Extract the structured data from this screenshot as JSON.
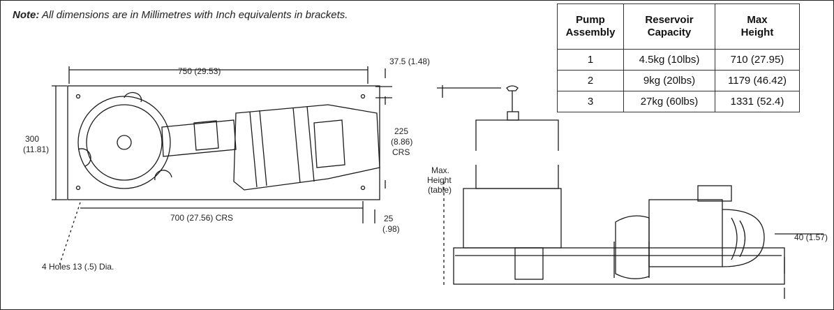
{
  "note": {
    "label": "Note:",
    "text": "All dimensions are in Millimetres with Inch equivalents in brackets."
  },
  "table": {
    "headers": [
      [
        "Pump",
        "Assembly"
      ],
      [
        "Reservoir",
        "Capacity"
      ],
      [
        "Max",
        "Height"
      ]
    ],
    "rows": [
      [
        "1",
        "4.5kg (10lbs)",
        "710 (27.95)"
      ],
      [
        "2",
        "9kg (20lbs)",
        "1179 (46.42)"
      ],
      [
        "3",
        "27kg (60lbs)",
        "1331 (52.4)"
      ]
    ]
  },
  "plan_view": {
    "width_label": "750 (29.53)",
    "height_label": [
      "300",
      "(11.81)"
    ],
    "bottom_label": "700 (27.56) CRS",
    "right_label": [
      "225",
      "(8.86)",
      "CRS"
    ],
    "top_right_label": "37.5 (1.48)",
    "bottom_right_label": [
      "25",
      "(.98)"
    ],
    "holes_label": "4 Holes 13 (.5) Dia."
  },
  "side_view": {
    "max_height_label": [
      "Max.",
      "Height",
      "(table)"
    ],
    "base_label": "40 (1.57)"
  }
}
